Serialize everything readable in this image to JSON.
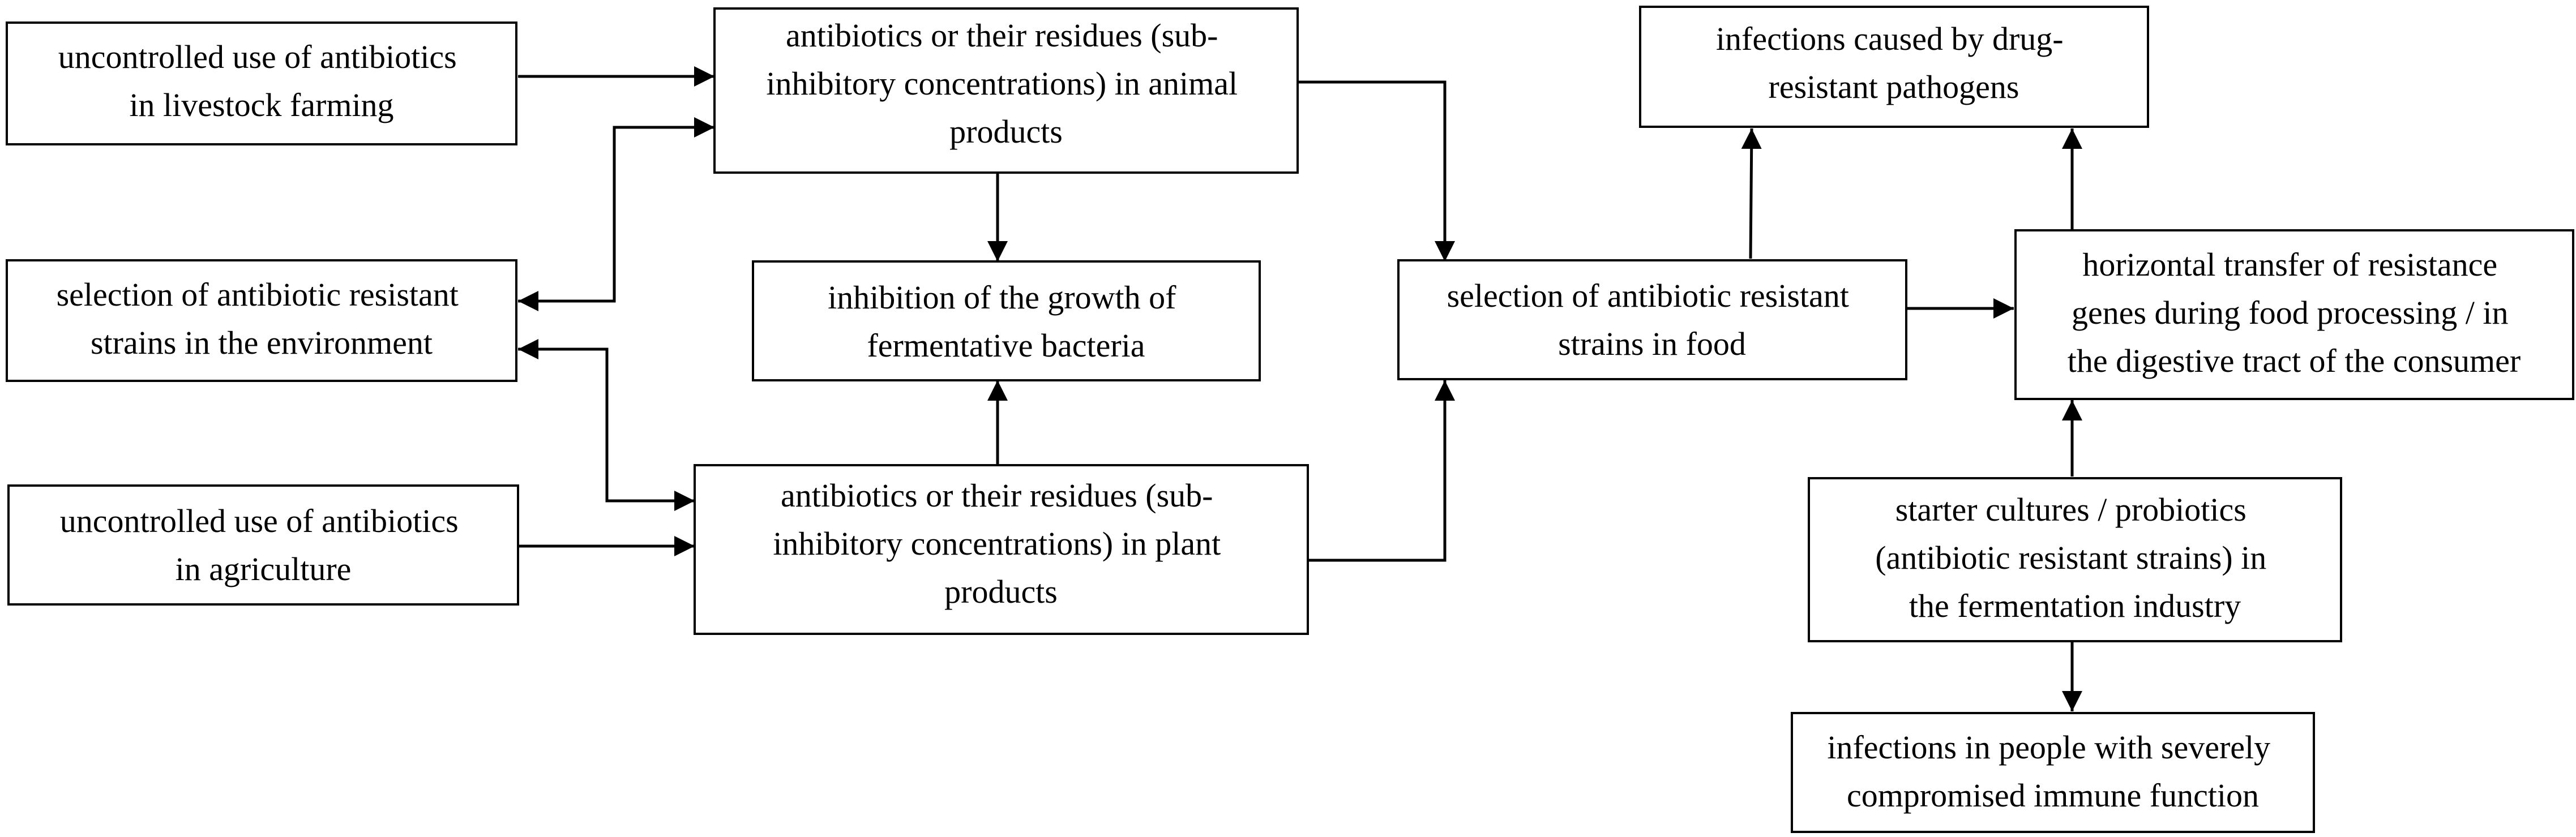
{
  "diagram": {
    "nodes": {
      "livestock_use": {
        "lines": [
          "uncontrolled use of antibiotics",
          "in livestock farming"
        ]
      },
      "environment_selection": {
        "lines": [
          "selection of antibiotic resistant",
          "strains in the environment"
        ]
      },
      "agriculture_use": {
        "lines": [
          "uncontrolled use of antibiotics",
          "in agriculture"
        ]
      },
      "animal_residues": {
        "lines": [
          "antibiotics or their residues (sub-",
          "inhibitory concentrations) in animal",
          "products"
        ]
      },
      "inhibition_growth": {
        "lines": [
          "inhibition of the growth of",
          "fermentative bacteria"
        ]
      },
      "plant_residues": {
        "lines": [
          "antibiotics or their residues (sub-",
          "inhibitory concentrations) in plant",
          "products"
        ]
      },
      "food_selection": {
        "lines": [
          "selection of antibiotic resistant",
          "strains in food"
        ]
      },
      "drug_resistant_infections": {
        "lines": [
          "infections caused by drug-",
          "resistant pathogens"
        ]
      },
      "horizontal_transfer": {
        "lines": [
          "horizontal transfer of resistance",
          "genes during food processing / in",
          "the digestive tract of the consumer"
        ]
      },
      "starter_cultures": {
        "lines": [
          "starter cultures / probiotics",
          "(antibiotic resistant strains) in",
          "the fermentation industry"
        ]
      },
      "immune_infections": {
        "lines": [
          "infections in people with severely",
          "compromised immune function"
        ]
      }
    },
    "edges": [
      {
        "from": "livestock_use",
        "to": "animal_residues"
      },
      {
        "from": "animal_residues",
        "to": "environment_selection",
        "bidirectional": true
      },
      {
        "from": "animal_residues",
        "to": "inhibition_growth"
      },
      {
        "from": "animal_residues",
        "to": "food_selection"
      },
      {
        "from": "plant_residues",
        "to": "environment_selection",
        "bidirectional": true
      },
      {
        "from": "agriculture_use",
        "to": "plant_residues"
      },
      {
        "from": "plant_residues",
        "to": "inhibition_growth"
      },
      {
        "from": "plant_residues",
        "to": "food_selection"
      },
      {
        "from": "food_selection",
        "to": "drug_resistant_infections"
      },
      {
        "from": "food_selection",
        "to": "horizontal_transfer"
      },
      {
        "from": "horizontal_transfer",
        "to": "drug_resistant_infections"
      },
      {
        "from": "starter_cultures",
        "to": "horizontal_transfer"
      },
      {
        "from": "starter_cultures",
        "to": "immune_infections"
      }
    ]
  }
}
